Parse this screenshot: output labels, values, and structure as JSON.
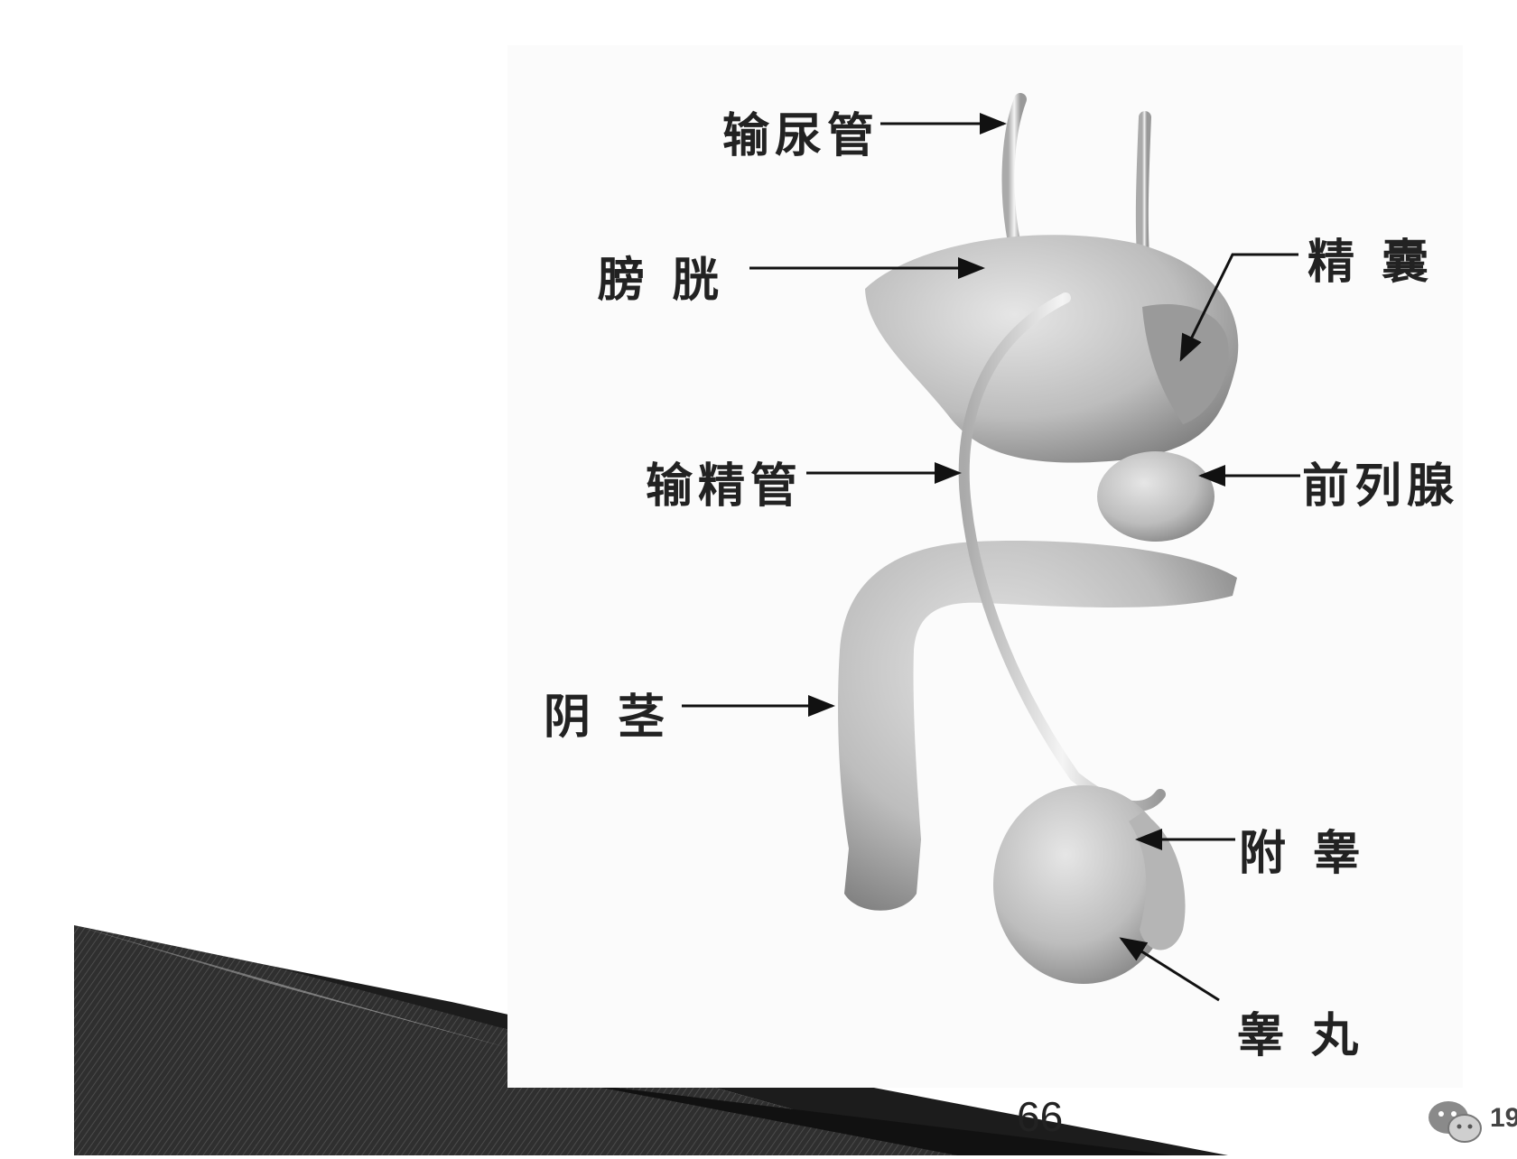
{
  "labels": {
    "ureter": "输尿管",
    "bladder": "膀 胱",
    "seminal_vesicle": "精 囊",
    "vas_deferens": "输精管",
    "prostate": "前列腺",
    "penis": "阴 茎",
    "epididymis": "附 睾",
    "testis": "睾 丸"
  },
  "page_number": "66",
  "watermark": "19",
  "colors": {
    "label": "#222222",
    "organ": "#cfcfcf",
    "organ_dark": "#8a8a8a",
    "decoration_dark": "#2a2a2a"
  }
}
